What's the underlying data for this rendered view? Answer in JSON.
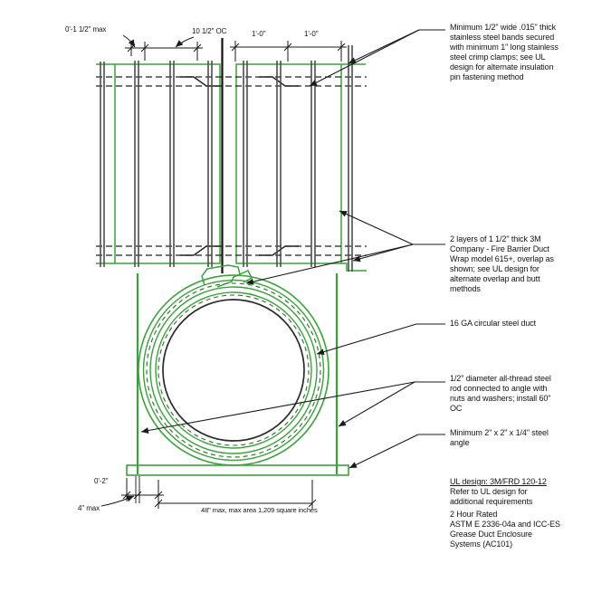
{
  "drawing": {
    "title": "2 hour rated circular grease duct enclosure detail",
    "colors": {
      "wrap_green": "#3aa23a",
      "insulation_dash_green": "#2a6b2a",
      "band_gray": "#4d4d4d",
      "line_black": "#1a1a1a",
      "background": "#ffffff"
    },
    "dimensions": {
      "top_left_max": "0'-1 1/2\" max",
      "band_spacing": "10 1/2\" OC",
      "wrap_width_1": "1'-0\"",
      "wrap_width_2": "1'-0\"",
      "bottom_left": "0'-2\"",
      "bottom_gap": "4\" max",
      "bottom_main": "48\" max, max area 1,209 square inches"
    },
    "annotations": {
      "bands": "Minimum 1/2\" wide .015\" thick\nstainless steel bands secured\nwith minimum 1\" long stainless\nsteel crimp clamps; see UL\ndesign for alternate insulation\npin fastening method",
      "wrap": "2 layers of 1 1/2\" thick 3M\nCompany - Fire Barrier Duct\nWrap model 615+, overlap as\nshown; see UL design for\nalternate overlap and butt\nmethods",
      "duct": "16 GA circular steel duct",
      "rod": "1/2\" diameter all-thread steel\nrod connected to angle with\nnuts and washers; install 60\"\nOC",
      "angle": "Minimum 2\" x 2\" x 1/4\" steel\nangle",
      "ul_design": "UL design: 3M/FRD 120-12",
      "ul_refer": "Refer to UL design for\nadditional requirements",
      "rating": "2 Hour Rated\nASTM E 2336-04a and ICC-ES\nGrease Duct Enclosure\nSystems (AC101)"
    }
  }
}
